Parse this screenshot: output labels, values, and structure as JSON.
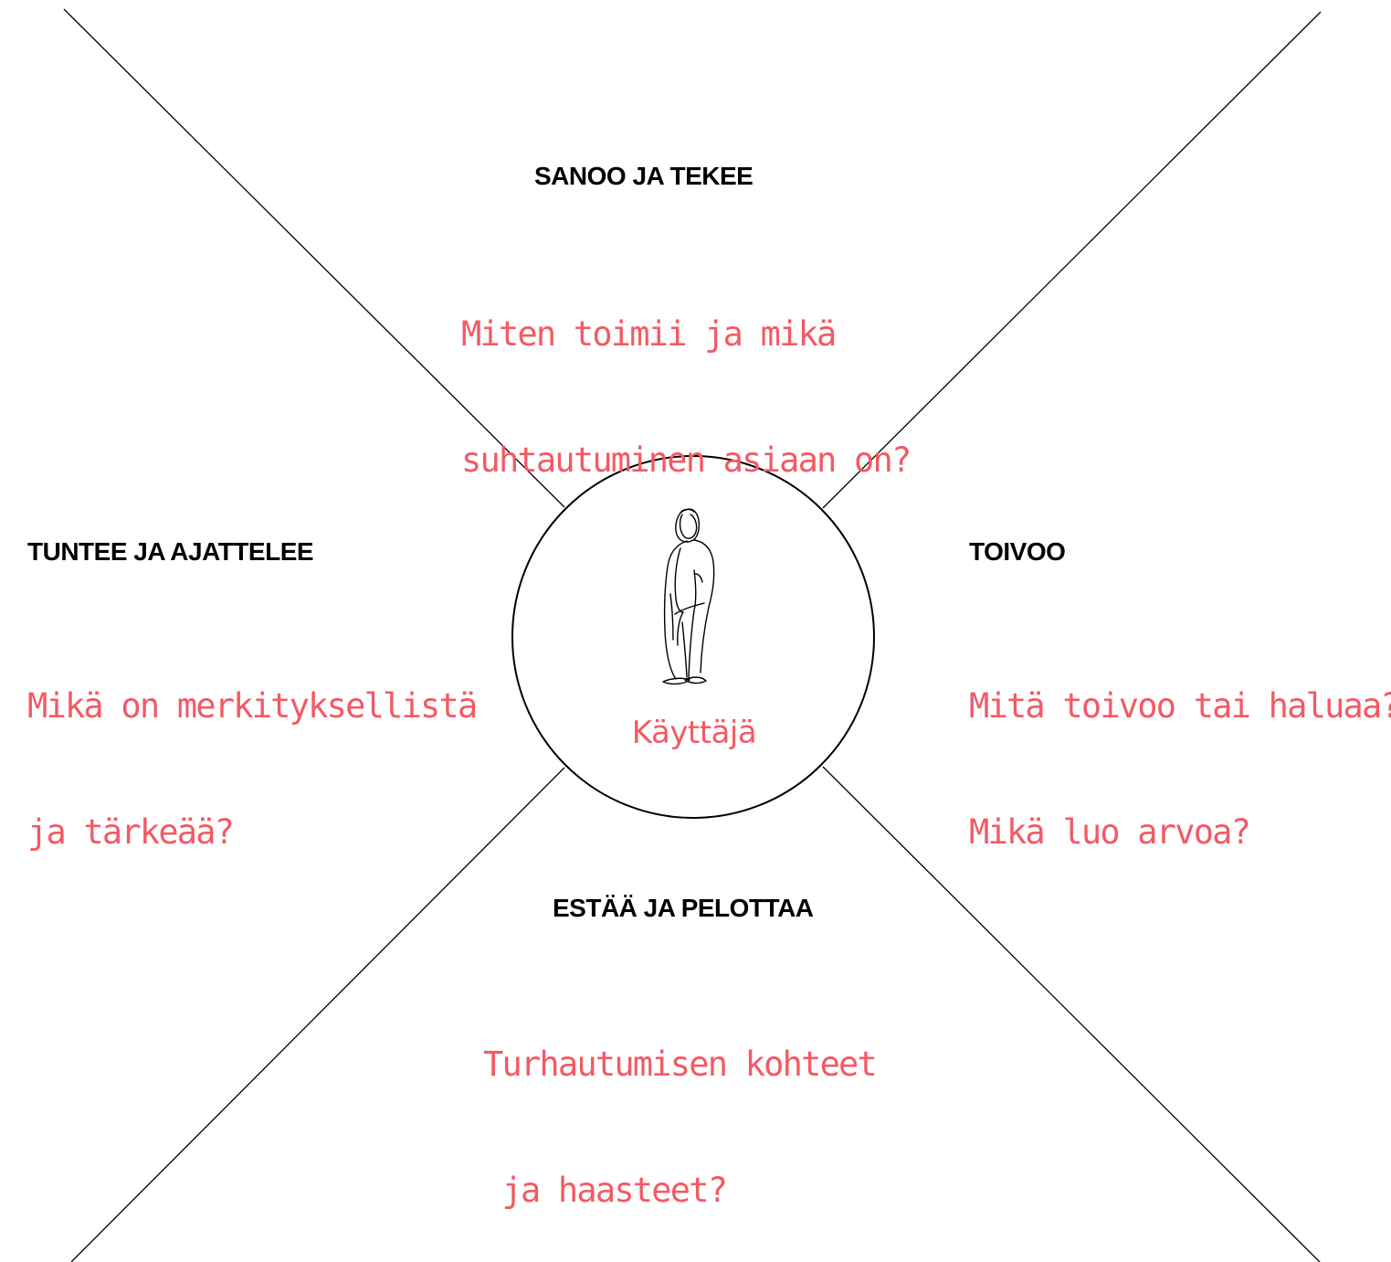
{
  "colors": {
    "line": "#000000",
    "heading": "#000000",
    "prompt": "#f25a64"
  },
  "center": {
    "label": "Käyttäjä",
    "icon": "person-sketch-icon"
  },
  "quadrants": {
    "top": {
      "heading": "SANOO JA TEKEE",
      "prompt_lines": [
        "Miten toimii ja mikä",
        "suhtautuminen asiaan on?"
      ]
    },
    "left": {
      "heading": "TUNTEE JA AJATTELEE",
      "prompt_lines": [
        "Mikä on merkityksellistä",
        "ja tärkeää?"
      ]
    },
    "right": {
      "heading": "TOIVOO",
      "prompt_lines": [
        "Mitä toivoo tai haluaa?",
        "Mikä luo arvoa?"
      ]
    },
    "bottom": {
      "heading": "ESTÄÄ JA PELOTTAA",
      "prompt_lines": [
        "Turhautumisen kohteet",
        " ja haasteet?"
      ]
    }
  }
}
